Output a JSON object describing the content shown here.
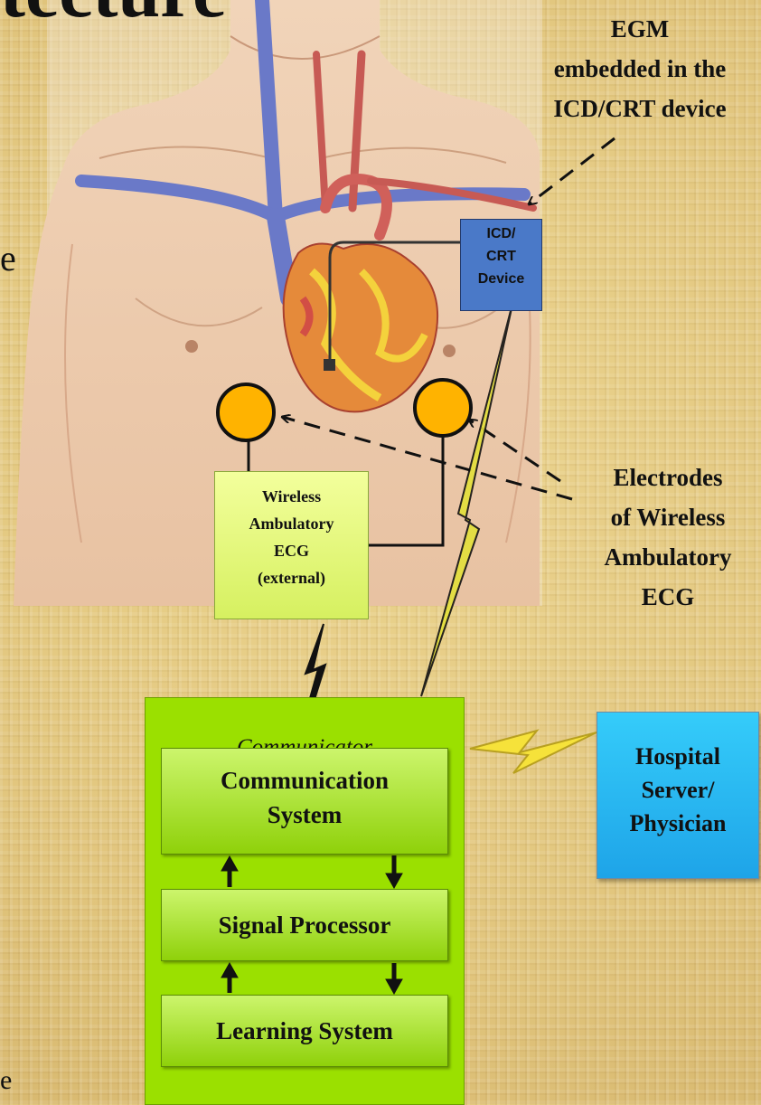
{
  "slide": {
    "title_fragment": "tecture",
    "left_fragments": [
      "e",
      "e"
    ]
  },
  "egm_label": [
    "EGM",
    "embedded in the",
    "ICD/CRT device"
  ],
  "icd_device": [
    "ICD/",
    "CRT",
    "Device"
  ],
  "ecg_box": [
    "Wireless",
    "Ambulatory",
    "ECG",
    "(external)"
  ],
  "electrodes_label": [
    "Electrodes",
    "of Wireless",
    "Ambulatory",
    "ECG"
  ],
  "communicator": {
    "title": "Communicator",
    "communication_system": [
      "Communication",
      "System"
    ],
    "signal_processor": "Signal Processor",
    "learning_system": "Learning System"
  },
  "hospital": [
    "Hospital",
    "Server/",
    "Physician"
  ],
  "colors": {
    "background": "#e6cd86",
    "icd_box": "#4a79c8",
    "ecg_box": "#e5f97e",
    "electrode_fill": "#ffb300",
    "communicator": "#9be000",
    "hospital_box": "#29b7f2"
  },
  "icons": [
    "torso-illustration",
    "heart-icon",
    "lightning-bolt-icon",
    "up-arrow-icon",
    "down-arrow-icon"
  ]
}
